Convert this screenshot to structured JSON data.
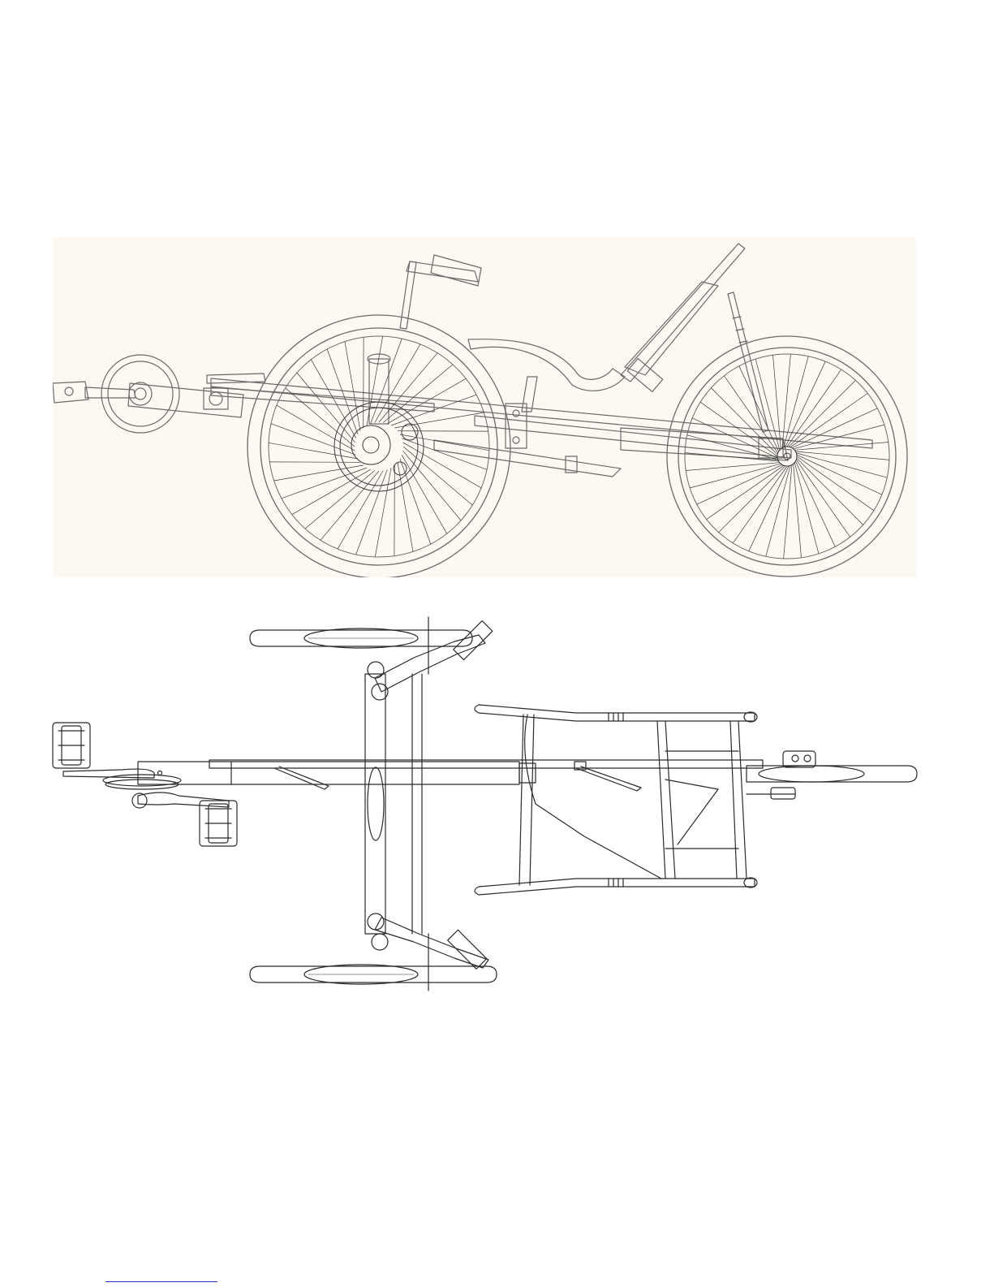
{
  "colors": {
    "page_background": "#ffffff",
    "side_view_background": "#fdf8f1",
    "line": "#6b6b6b",
    "dark_line": "#2a2a2a",
    "footer_rule": "#2a35d0"
  },
  "figure": {
    "views": [
      {
        "view": "side",
        "wheels": 2,
        "spokes_front": 36,
        "spokes_rear": 36
      },
      {
        "view": "top",
        "wheels": 3
      }
    ]
  }
}
